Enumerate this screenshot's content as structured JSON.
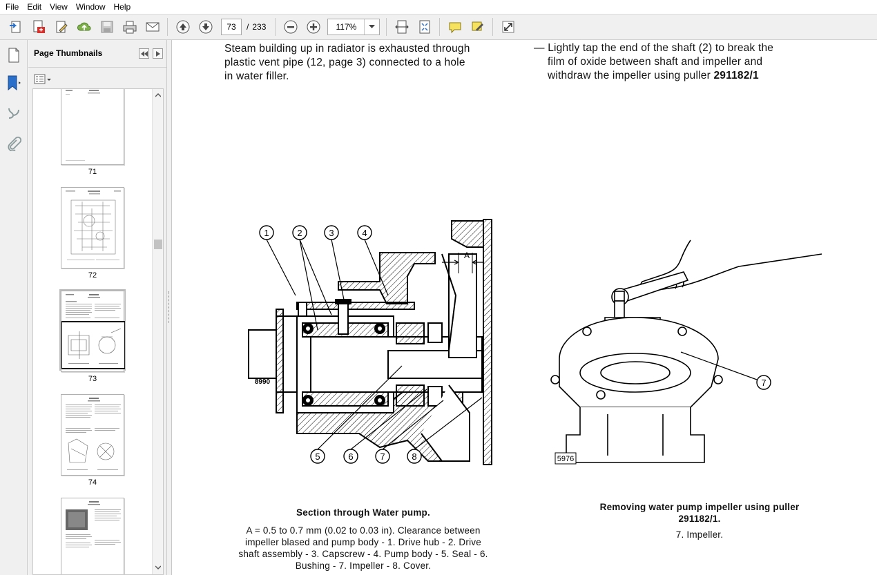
{
  "menu": [
    "File",
    "Edit",
    "View",
    "Window",
    "Help"
  ],
  "toolbar": {
    "page_number": "73",
    "page_sep": "/",
    "page_total": "233",
    "zoom": "117%"
  },
  "sidebar": {
    "title": "Page Thumbnails",
    "thumbnails": [
      {
        "label": "71",
        "selected": false
      },
      {
        "label": "72",
        "selected": false
      },
      {
        "label": "73",
        "selected": true
      },
      {
        "label": "74",
        "selected": false
      },
      {
        "label": "",
        "selected": false
      }
    ]
  },
  "document": {
    "left_para": [
      "Steam building up in radiator is exhausted through",
      "plastic vent pipe (12, page 3) connected to a hole",
      "in water filler."
    ],
    "right_para_line1": "—  Lightly tap the end of the shaft (2) to break the",
    "right_para_line2": "film of oxide between shaft and impeller and",
    "right_para_line3_a": "withdraw the impeller using puller ",
    "right_para_line3_b": "291182/1",
    "fig_left": {
      "callouts": [
        "1",
        "2",
        "3",
        "4",
        "5",
        "6",
        "7",
        "8"
      ],
      "dim_label": "A",
      "ref": "8990",
      "caption_title": "Section through Water pump.",
      "caption_lines": [
        "A = 0.5 to 0.7 mm (0.02 to 0.03 in). Clearance between",
        "impeller blased and pump body - 1. Drive hub - 2. Drive",
        "shaft assembly - 3. Capscrew - 4. Pump body - 5. Seal - 6.",
        "Bushing - 7. Impeller - 8. Cover."
      ]
    },
    "fig_right": {
      "callout": "7",
      "ref": "5976",
      "caption_title_1": "Removing water pump impeller using puller",
      "caption_title_2": "291182/1.",
      "caption_sub": "7. Impeller."
    }
  }
}
